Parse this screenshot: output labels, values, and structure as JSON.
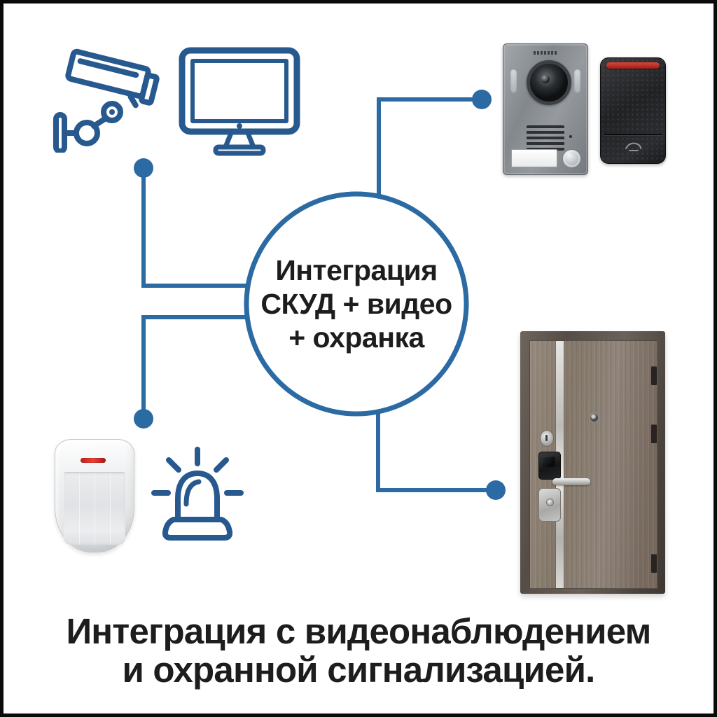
{
  "hub": {
    "lines": [
      "Интеграция",
      "СКУД + видео",
      "+ охранка"
    ]
  },
  "caption": {
    "lines": [
      "Интеграция с видеонаблюдением",
      "и охранной сигнализацией."
    ]
  },
  "colors": {
    "line_blue": "#2b6aa3",
    "icon_blue": "#27598f",
    "text_black": "#1d1d1d",
    "border_black": "#0a0a0a",
    "bg_white": "#ffffff",
    "alarm_red": "#d2362a"
  },
  "nodes": [
    {
      "name": "cctv-camera-icon",
      "style": "blue-line-icon",
      "position": "top-left"
    },
    {
      "name": "monitor-icon",
      "style": "blue-line-icon",
      "position": "top-left"
    },
    {
      "name": "video-intercom-photo",
      "style": "photo",
      "position": "top-right"
    },
    {
      "name": "rfid-card-reader-photo",
      "style": "photo",
      "position": "top-right"
    },
    {
      "name": "motion-sensor-photo",
      "style": "photo",
      "position": "bottom-left"
    },
    {
      "name": "alarm-siren-icon",
      "style": "blue-line-icon",
      "position": "bottom-left"
    },
    {
      "name": "entry-door-smart-lock-photo",
      "style": "photo",
      "position": "bottom-right"
    }
  ]
}
